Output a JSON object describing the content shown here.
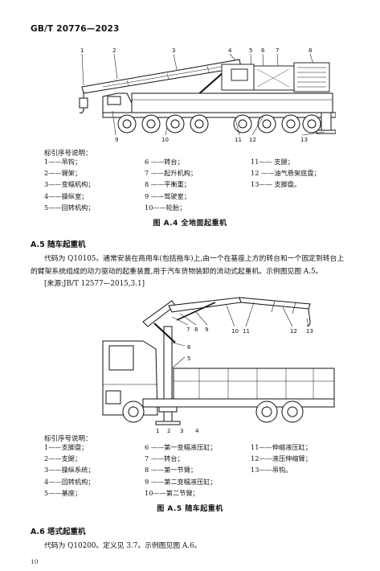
{
  "header": {
    "standard": "GB/T 20776—2023"
  },
  "figure_a4": {
    "callouts_top": [
      "1",
      "2",
      "3",
      "4",
      "5",
      "6",
      "7",
      "8"
    ],
    "callouts_bottom": [
      "9",
      "10",
      "11",
      "12",
      "13"
    ],
    "legend_title": "标引序号说明：",
    "legend": [
      "1——吊钩；",
      "6 ——转台；",
      "11—— 支腿；",
      "2——臂架；",
      "7 ——起升机构；",
      "12 ——油气悬架底盘；",
      "3——变幅机构；",
      "8 ——平衡重；",
      "13—— 支脚盘。",
      "4——操纵室；",
      "9 ——驾驶室；",
      "",
      "5——回转机构；",
      "10——轮胎；",
      ""
    ],
    "caption": "图 A.4   全地面起重机"
  },
  "section_a5": {
    "heading": "A.5   随车起重机",
    "para_line1": "代码为 Q10105。通常安装在商用车(包括拖车)上,由一个在基座上方的转台和一个固定到转台上",
    "para_line2": "的臂架系统组成的动力驱动的起重装置,用于汽车货物装卸的流动式起重机。示例图见图 A.5。",
    "source": "[来源:JB/T 12577—2015,3.1]"
  },
  "figure_a5": {
    "callouts_boom": [
      "7",
      "8",
      "9",
      "10",
      "11",
      "12",
      "13"
    ],
    "callouts_side": [
      "6",
      "5"
    ],
    "callouts_base": [
      "1",
      "2",
      "3",
      "4"
    ],
    "legend_title": "标引序号说明：",
    "legend": [
      "1——支脚盘；",
      "6 ——第一变幅液压缸；",
      "11——伸缩液压缸；",
      "2——支腿；",
      "7 ——转台；",
      "12——液压伸缩臂；",
      "3——操纵系统；",
      "8 ——第一节臂；",
      "13——吊钩。",
      "4——回转机构；",
      "9 ——第二变幅液压缸；",
      "",
      "5——基座；",
      "10——第二节臂；",
      ""
    ],
    "caption": "图 A.5   随车起重机"
  },
  "section_a6": {
    "heading": "A.6   塔式起重机",
    "para": "代码为 Q10200。定义见 3.7。示例图见图 A.6。"
  },
  "footer": {
    "page_number": "10"
  }
}
